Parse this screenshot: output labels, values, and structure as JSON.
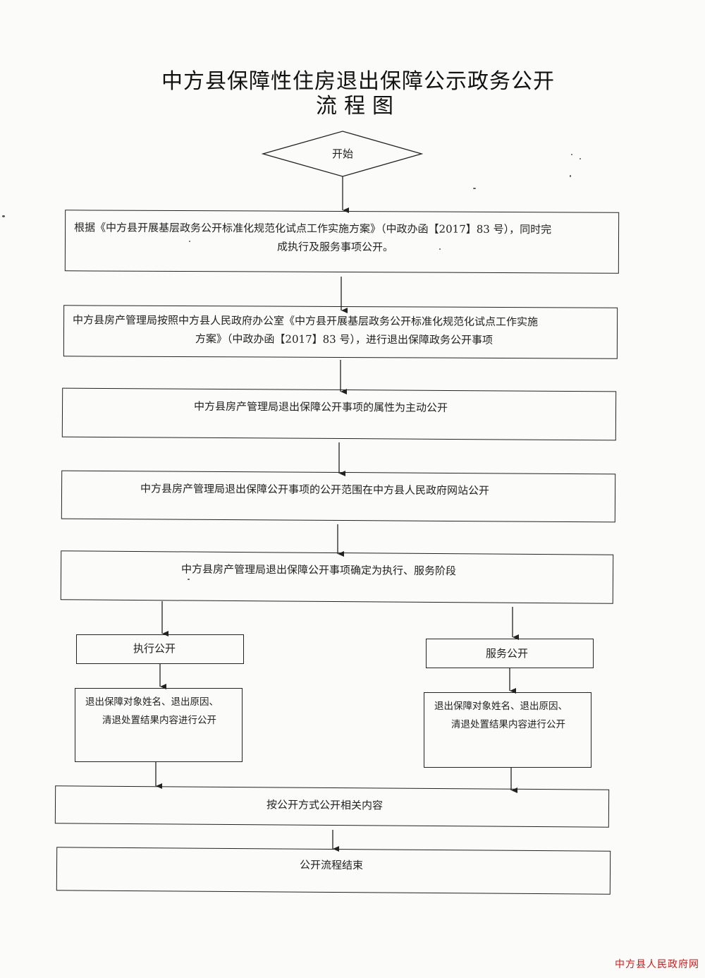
{
  "title": {
    "line1": "中方县保障性住房退出保障公示政务公开",
    "line2": "流程图"
  },
  "flow": {
    "start": "开始",
    "step1": {
      "line1": "根据《中方县开展基层政务公开标准化规范化试点工作实施方案》（中政办函【2017】83 号），同时完",
      "line2": "成执行及服务事项公开。"
    },
    "step2": {
      "line1": "中方县房产管理局按照中方县人民政府办公室《中方县开展基层政务公开标准化规范化试点工作实施",
      "line2": "方案》（中政办函【2017】83 号），进行退出保障政务公开事项"
    },
    "step3": "中方县房产管理局退出保障公开事项的属性为主动公开",
    "step4": "中方县房产管理局退出保障公开事项的公开范围在中方县人民政府网站公开",
    "step5": "中方县房产管理局退出保障公开事项确定为执行、服务阶段",
    "branch_left": {
      "label": "执行公开",
      "detail_line1": "退出保障对象姓名、退出原因、",
      "detail_line2": "清退处置结果内容进行公开"
    },
    "branch_right": {
      "label": "服务公开",
      "detail_line1": "退出保障对象姓名、退出原因、",
      "detail_line2": "清退处置结果内容进行公开"
    },
    "step6": "按公开方式公开相关内容",
    "end": "公开流程结束"
  },
  "footer": "中方县人民政府网",
  "colors": {
    "line": "#222222",
    "footer": "#d61a1a"
  }
}
